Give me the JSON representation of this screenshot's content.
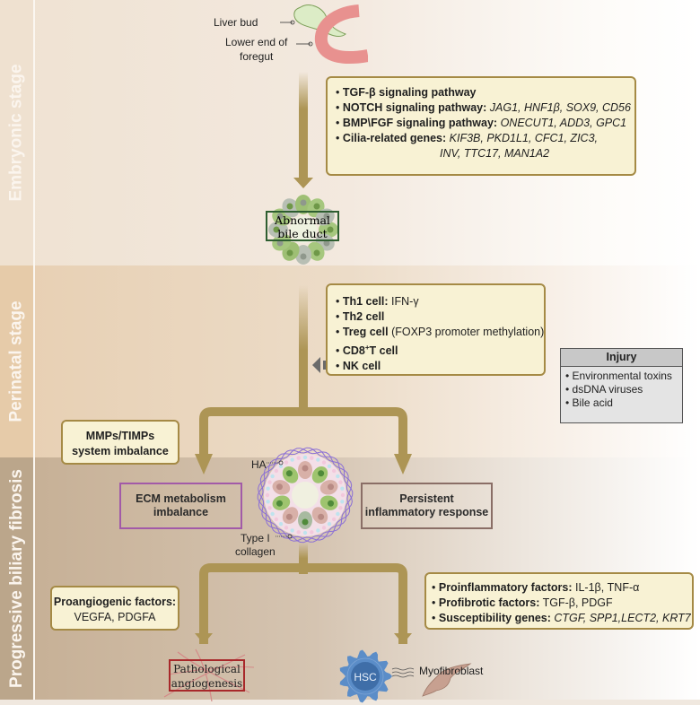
{
  "stages": {
    "embryonic": "Embryonic stage",
    "perinatal": "Perinatal stage",
    "progressive": "Progressive biliary fibrosis"
  },
  "embryo_labels": {
    "liver_bud": "Liver bud",
    "foregut_line1": "Lower end of",
    "foregut_line2": "foregut",
    "abnormal_line1": "Abnormal",
    "abnormal_line2": "bile duct"
  },
  "signaling_box": [
    {
      "bold": "TGF-β signaling pathway",
      "rest": ""
    },
    {
      "bold": "NOTCH signaling pathway:",
      "rest": " JAG1, HNF1β, SOX9, CD56"
    },
    {
      "bold": "BMP\\FGF signaling pathway:",
      "rest": " ONECUT1, ADD3, GPC1"
    },
    {
      "bold": "Cilia-related genes:",
      "rest": " KIF3B, PKD1L1, CFC1, ZIC3,"
    },
    {
      "bold": "",
      "rest": "INV, TTC17, MAN1A2"
    }
  ],
  "immune_box": [
    {
      "bold": "Th1 cell:",
      "rest": " IFN-γ"
    },
    {
      "bold": "Th2 cell",
      "rest": ""
    },
    {
      "bold": "Treg cell",
      "rest": " (FOXP3 promoter methylation)"
    },
    {
      "bold": "CD8",
      "sup": "+",
      "bold2": "T cell",
      "rest": ""
    },
    {
      "bold": "NK cell",
      "rest": ""
    }
  ],
  "injury": {
    "title": "Injury",
    "items": [
      "Environmental toxins",
      "dsDNA viruses",
      "Bile acid"
    ]
  },
  "mmp_box": {
    "line1": "MMPs/TIMPs",
    "line2": "system imbalance"
  },
  "ecm_box": {
    "line1": "ECM metabolism",
    "line2": "imbalance"
  },
  "inflam_box": {
    "line1": "Persistent",
    "line2": "inflammatory response"
  },
  "duct_labels": {
    "ha": "HA",
    "collagen_line1": "Type I",
    "collagen_line2": "collagen"
  },
  "proangio_box": {
    "line1": "Proangiogenic factors:",
    "line2": "VEGFA, PDGFA"
  },
  "factors_box": [
    {
      "bold": "Proinflammatory factors:",
      "rest": " IL-1β, TNF-α",
      "italic": false
    },
    {
      "bold": "Profibrotic factors:",
      "rest": " TGF-β, PDGF",
      "italic": false
    },
    {
      "bold": "Susceptibility genes:",
      "rest": " CTGF, SPP1,LECT2, KRT7",
      "italic": true
    }
  ],
  "outcomes": {
    "angio_line1": "Pathological",
    "angio_line2": "angiogenesis",
    "hsc": "HSC",
    "myofibroblast": "Myofibroblast"
  },
  "colors": {
    "arrow": "#ad9555",
    "box_fill": "#f8f2d4",
    "box_border": "#a58a45",
    "abnormal_border": "#2e5e30",
    "ecm_border": "#a25aa8",
    "inflam_border": "#8a6e66",
    "angio_border": "#a8282a",
    "hsc": "#4f7fb8"
  }
}
